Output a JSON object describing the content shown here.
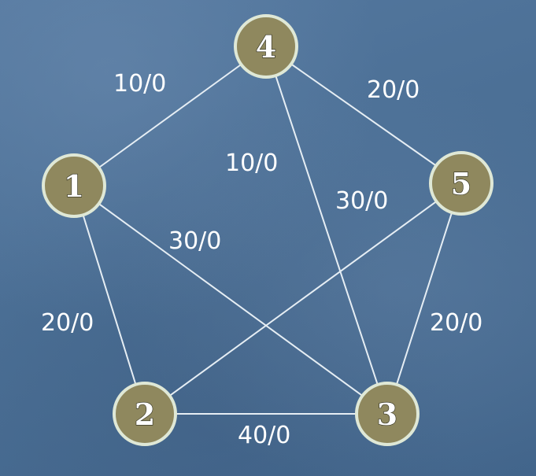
{
  "graph": {
    "nodes": [
      {
        "id": "1",
        "label": "1"
      },
      {
        "id": "2",
        "label": "2"
      },
      {
        "id": "3",
        "label": "3"
      },
      {
        "id": "4",
        "label": "4"
      },
      {
        "id": "5",
        "label": "5"
      }
    ],
    "edges": [
      {
        "from": "1",
        "to": "4",
        "label": "10/0"
      },
      {
        "from": "4",
        "to": "5",
        "label": "20/0"
      },
      {
        "from": "4",
        "to": "3",
        "label": "10/0"
      },
      {
        "from": "5",
        "to": "2",
        "label": "30/0"
      },
      {
        "from": "1",
        "to": "3",
        "label": "30/0"
      },
      {
        "from": "1",
        "to": "2",
        "label": "20/0"
      },
      {
        "from": "5",
        "to": "3",
        "label": "20/0"
      },
      {
        "from": "2",
        "to": "3",
        "label": "40/0"
      }
    ]
  }
}
